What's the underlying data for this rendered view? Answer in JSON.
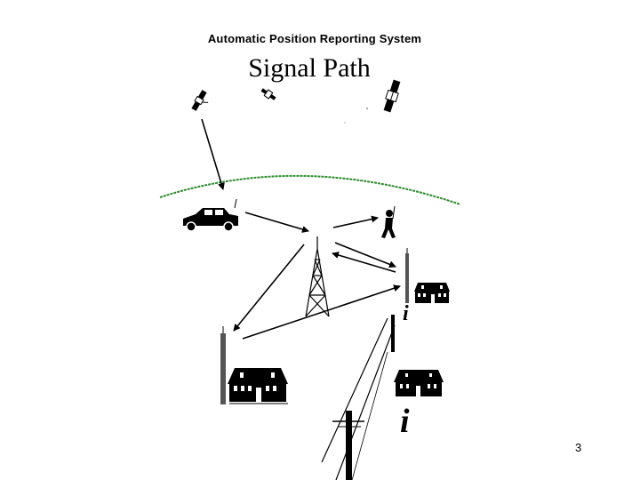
{
  "diagram": {
    "system_title": "Automatic Position Reporting System",
    "title": "Signal Path",
    "page_number": "3",
    "info_symbol": "i"
  },
  "colors": {
    "horizon": "#2e8b2e",
    "ink": "#000000",
    "background": "#ffffff"
  },
  "icons": [
    "satellite-icon",
    "car-icon",
    "hiker-icon",
    "radio-tower-icon",
    "house-icon",
    "antenna-mast-icon",
    "utility-pole-icon",
    "info-icon"
  ]
}
